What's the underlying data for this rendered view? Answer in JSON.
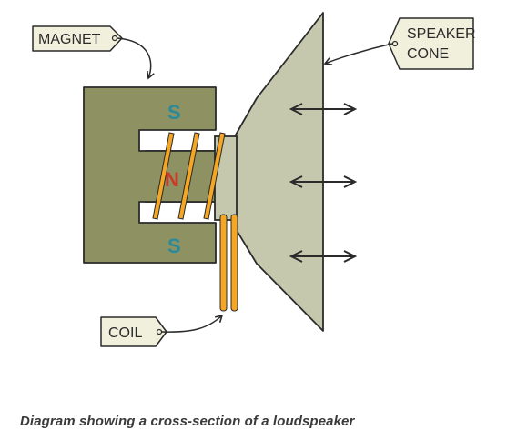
{
  "labels": {
    "magnet": "MAGNET",
    "speaker_cone_line1": "SPEAKER",
    "speaker_cone_line2": "CONE",
    "coil": "COIL"
  },
  "poles": {
    "top": "S",
    "middle": "N",
    "bottom": "S"
  },
  "caption": "Diagram showing a cross-section of a loudspeaker",
  "colors": {
    "magnet_fill": "#8e9263",
    "cone_fill": "#c6c8ad",
    "tag_fill": "#f1f0dc",
    "coil": "#f5a623",
    "south_pole": "#2a8a9a",
    "north_pole": "#c83a2a",
    "outline": "#2b2b2b"
  },
  "icons": [
    "double-headed-arrow-icon"
  ]
}
